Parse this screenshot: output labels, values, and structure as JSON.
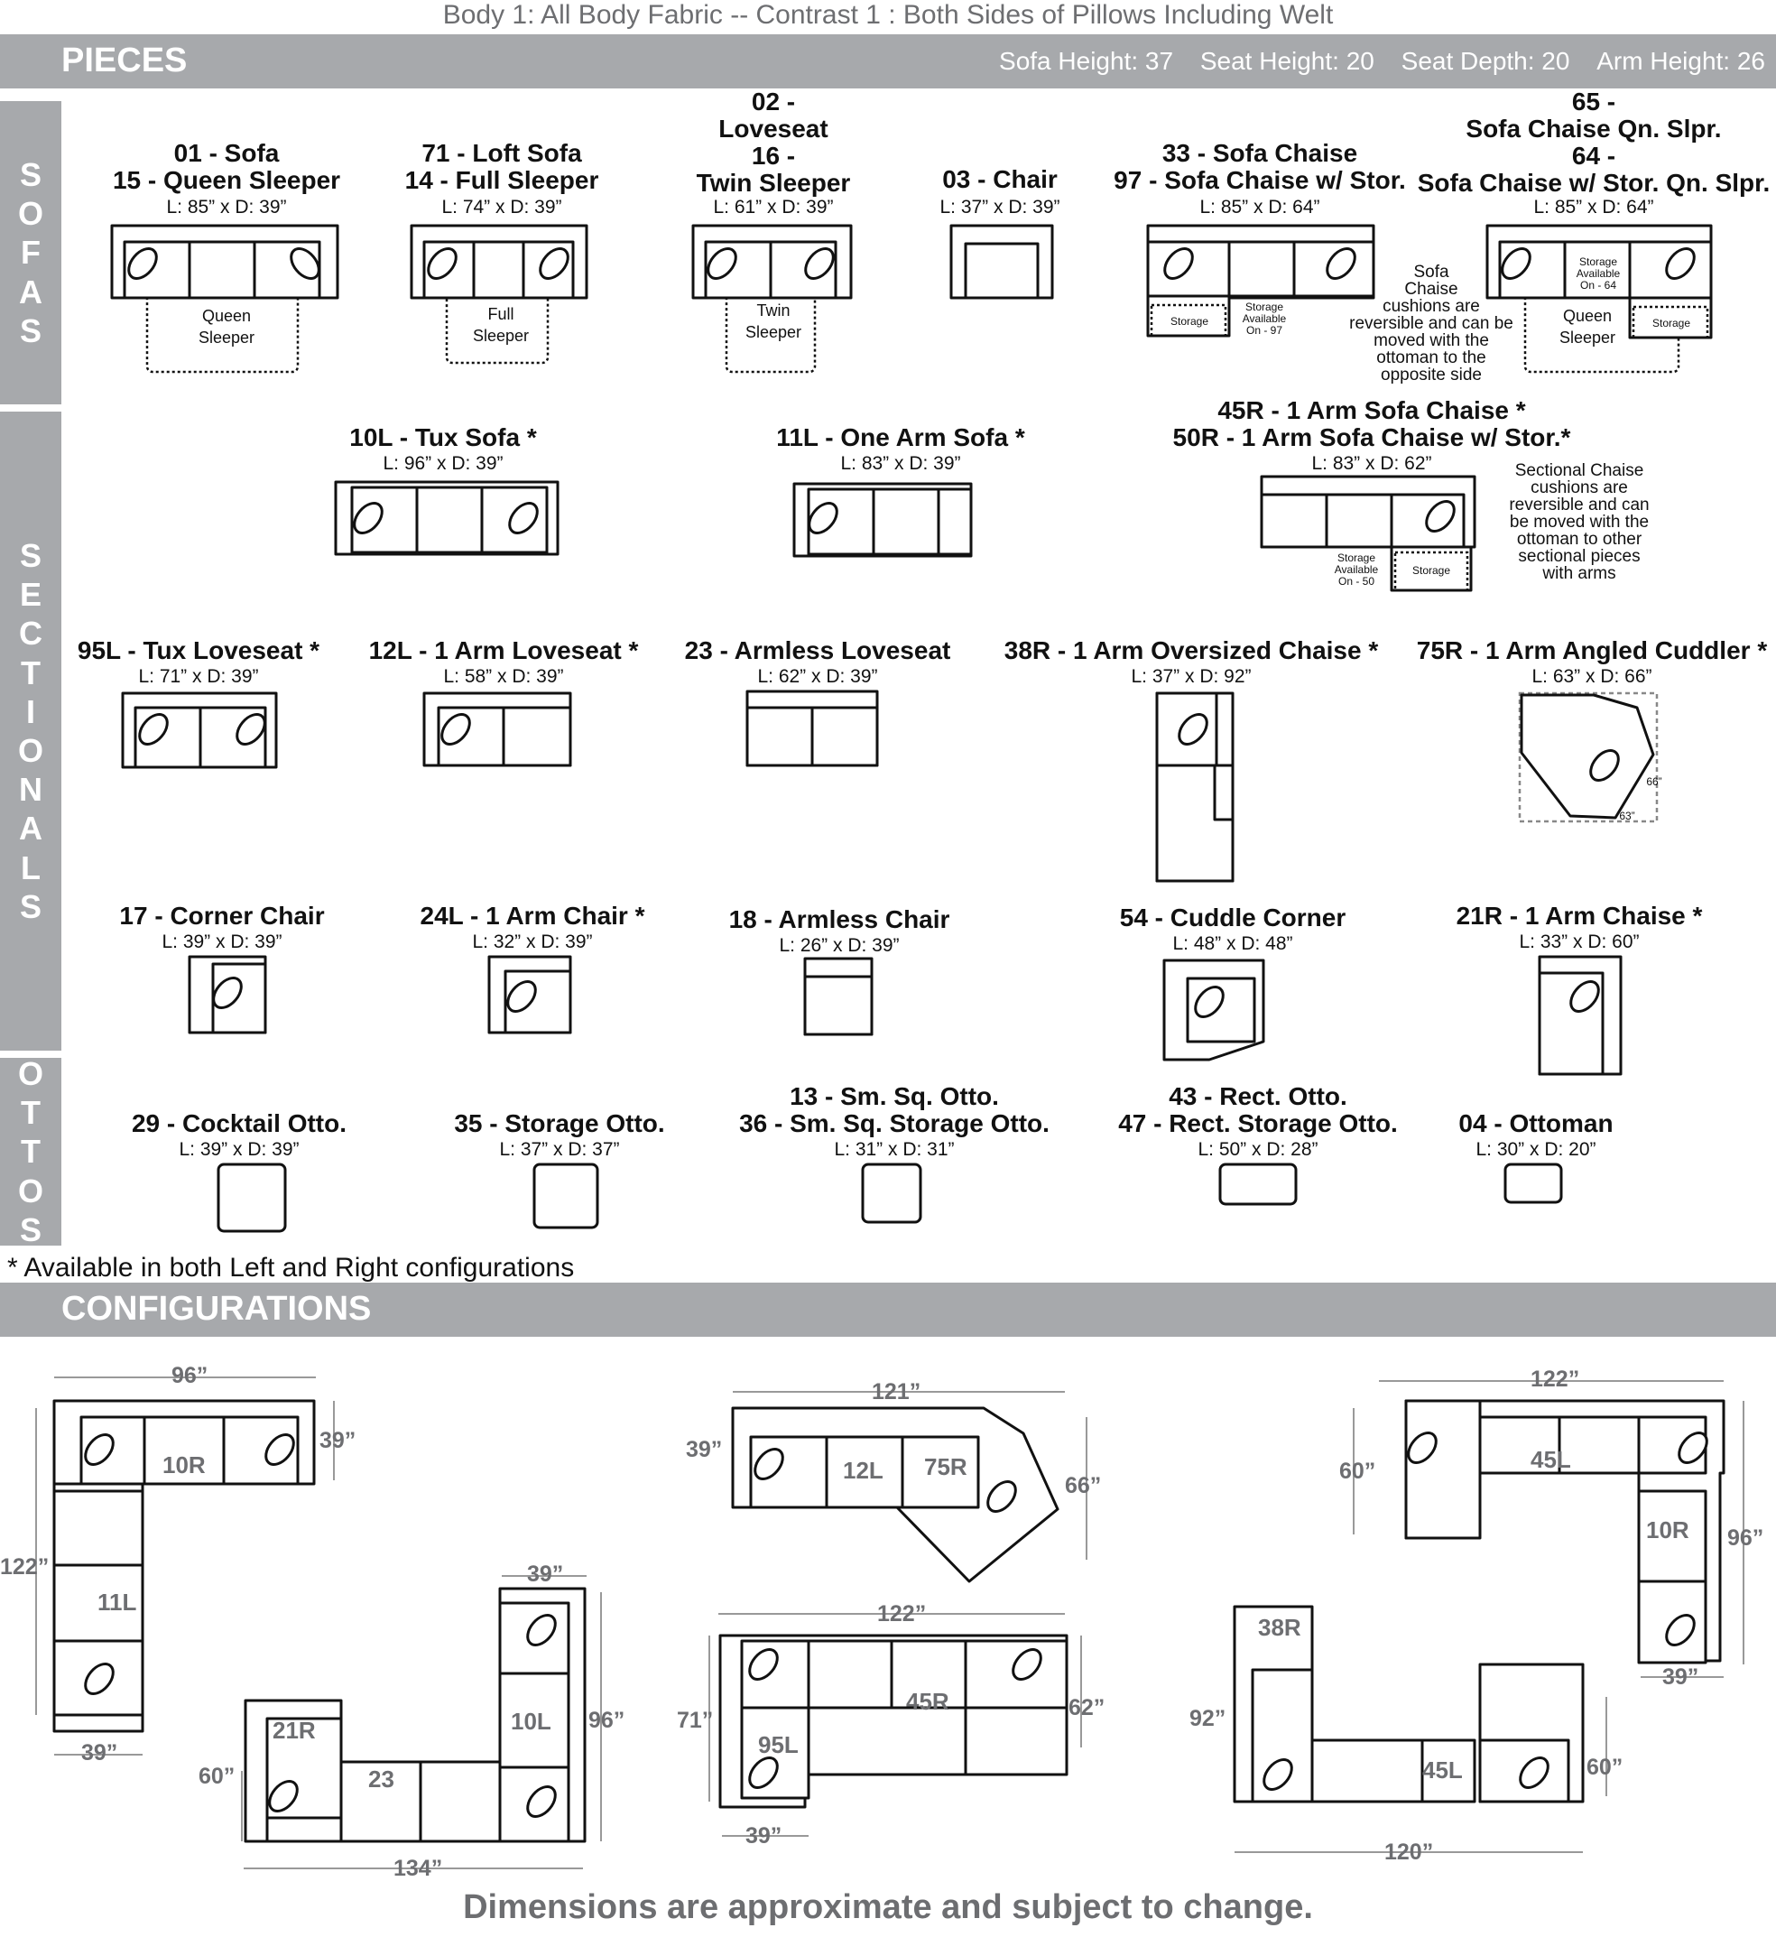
{
  "header": {
    "fabric_line": "Body 1: All Body Fabric -- Contrast 1 : Both Sides of Pillows Including Welt",
    "pieces_title": "PIECES",
    "sofa_height": "Sofa Height: 37",
    "seat_height": "Seat Height: 20",
    "seat_depth": "Seat Depth: 20",
    "arm_height": "Arm Height: 26"
  },
  "side_labels": {
    "sofas": [
      "S",
      "O",
      "F",
      "A",
      "S"
    ],
    "sectionals": [
      "S",
      "E",
      "C",
      "T",
      "I",
      "O",
      "N",
      "A",
      "L",
      "S"
    ],
    "ottos": [
      "O",
      "T",
      "T",
      "O",
      "S"
    ]
  },
  "sofas": [
    {
      "name_lines": [
        "01 - Sofa",
        "15 - Queen Sleeper"
      ],
      "dim": "L: 85” x D: 39”",
      "sleeper": [
        "Queen",
        "Sleeper"
      ]
    },
    {
      "name_lines": [
        "71 - Loft Sofa",
        "14 - Full Sleeper"
      ],
      "dim": "L: 74” x D: 39”",
      "sleeper": [
        "Full",
        "Sleeper"
      ]
    },
    {
      "name_lines": [
        "02 -",
        "Loveseat",
        "16 -",
        "Twin Sleeper"
      ],
      "dim": "L: 61” x D: 39”",
      "sleeper": [
        "Twin",
        "Sleeper"
      ]
    },
    {
      "name_lines": [
        "03 - Chair"
      ],
      "dim": "L: 37” x D: 39”"
    },
    {
      "name_lines": [
        "33 - Sofa Chaise",
        "97 - Sofa Chaise w/ Stor."
      ],
      "dim": "L: 85” x D: 64”",
      "storage": "Storage",
      "storage_avail": [
        "Storage",
        "Available",
        "On - 97"
      ]
    },
    {
      "name_lines": [
        "65 -",
        "Sofa Chaise Qn. Slpr.",
        "64 -",
        "Sofa Chaise w/ Stor. Qn. Slpr."
      ],
      "dim": "L: 85” x D: 64”",
      "sleeper": [
        "Queen",
        "Sleeper"
      ],
      "storage": "Storage",
      "storage_avail": [
        "Storage",
        "Available",
        "On - 64"
      ]
    }
  ],
  "sofa_chaise_note": [
    "Sofa",
    "Chaise",
    "cushions are",
    "reversible and can be",
    "moved with the",
    "ottoman to the",
    "opposite side"
  ],
  "sectionals_row1": [
    {
      "name_lines": [
        "10L - Tux Sofa *"
      ],
      "dim": "L: 96” x D: 39”"
    },
    {
      "name_lines": [
        "11L - One Arm Sofa *"
      ],
      "dim": "L: 83” x D: 39”"
    },
    {
      "name_lines": [
        "45R - 1 Arm Sofa Chaise *",
        "50R - 1 Arm Sofa Chaise w/ Stor.*"
      ],
      "dim": "L: 83” x D: 62”",
      "storage": "Storage",
      "storage_avail": [
        "Storage",
        "Available",
        "On - 50"
      ]
    }
  ],
  "sectional_chaise_note": [
    "Sectional Chaise",
    "cushions are",
    "reversible and can",
    "be moved with the",
    "ottoman to other",
    "sectional pieces",
    "with arms"
  ],
  "sectionals_row2": [
    {
      "name": "95L - Tux Loveseat *",
      "dim": "L: 71” x D: 39”"
    },
    {
      "name": "12L - 1 Arm Loveseat *",
      "dim": "L: 58” x D: 39”"
    },
    {
      "name": "23 - Armless Loveseat",
      "dim": "L: 62” x D: 39”"
    },
    {
      "name": "38R - 1 Arm Oversized Chaise *",
      "dim": "L: 37” x D: 92”"
    },
    {
      "name": "75R - 1 Arm Angled Cuddler *",
      "dim": "L: 63” x D: 66”",
      "d1": "66”",
      "d2": "63”"
    }
  ],
  "sectionals_row3": [
    {
      "name": "17 - Corner Chair",
      "dim": "L: 39” x D: 39”"
    },
    {
      "name": "24L - 1 Arm Chair *",
      "dim": "L: 32” x D: 39”"
    },
    {
      "name": "18 - Armless Chair",
      "dim": "L: 26” x D: 39”"
    },
    {
      "name": "54 - Cuddle Corner",
      "dim": "L: 48” x D: 48”"
    },
    {
      "name": "21R - 1 Arm Chaise *",
      "dim": "L: 33” x D: 60”"
    }
  ],
  "ottos": [
    {
      "name_lines": [
        "29 - Cocktail Otto."
      ],
      "dim": "L: 39” x D: 39”"
    },
    {
      "name_lines": [
        "35 - Storage Otto."
      ],
      "dim": "L: 37” x D: 37”"
    },
    {
      "name_lines": [
        "13 - Sm. Sq. Otto.",
        "36 - Sm. Sq. Storage Otto."
      ],
      "dim": "L: 31” x D: 31”"
    },
    {
      "name_lines": [
        "43 - Rect. Otto.",
        "47 - Rect. Storage Otto."
      ],
      "dim": "L: 50” x D: 28”"
    },
    {
      "name_lines": [
        "04 - Ottoman"
      ],
      "dim": "L: 30” x D: 20”"
    }
  ],
  "availability_note": "* Available in both Left and Right configurations",
  "configurations_title": "CONFIGURATIONS",
  "config1": {
    "top": "96”",
    "right": "39”",
    "left": "122”",
    "bottom": "39”",
    "l1": "10R",
    "l2": "11L"
  },
  "config2": {
    "top": "39”",
    "right": "96”",
    "left": "60”",
    "bottom": "134”",
    "l1": "21R",
    "l2": "23",
    "l3": "10L"
  },
  "config3": {
    "top": "121”",
    "left": "39”",
    "right": "66”",
    "l1": "12L",
    "l2": "75R"
  },
  "config4": {
    "top": "122”",
    "left": "71”",
    "right": "62”",
    "bottom": "39”",
    "l1": "45R",
    "l2": "95L"
  },
  "config5": {
    "top": "122”",
    "left": "60”",
    "right": "96”",
    "bottom": "39”",
    "l1": "45L",
    "l2": "10R"
  },
  "config6": {
    "left": "92”",
    "right": "60”",
    "bottom": "120”",
    "l1": "38R",
    "l2": "45L"
  },
  "footer": "Dimensions are approximate and subject to change."
}
